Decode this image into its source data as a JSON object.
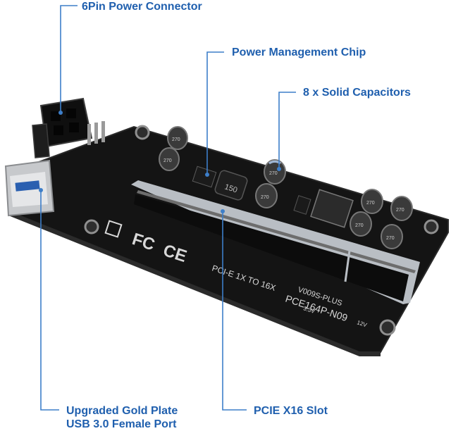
{
  "colors": {
    "callout_text": "#1f5fae",
    "leader_line": "#3d7ec9",
    "pcb": "#141414",
    "pcb_edge": "#2a2a2a",
    "silkscreen": "#d8d8d8",
    "slot_metal": "#b9bec4",
    "slot_black": "#0c0c0c",
    "capacitor_top": "#3a3a3a",
    "capacitor_mark": "#9fb7d6",
    "usb_metal": "#c7c9cc",
    "usb_insert": "#2a5fb0"
  },
  "callouts": {
    "power_connector": "6Pin Power Connector",
    "power_chip": "Power Management Chip",
    "capacitors": "8 x Solid Capacitors",
    "usb_port_line1": "Upgraded Gold Plate",
    "usb_port_line2": "USB 3.0 Female Port",
    "pcie_slot": "PCIE X16 Slot"
  },
  "board_markings": {
    "slot_text": "PCI-E 1X TO 16X",
    "model_text": "PCE164P-N09",
    "version_text": "V009S-PLUS",
    "capacitor_value": "270",
    "cert_ce": "CE",
    "cert_fc": "FC",
    "inductor": "150",
    "voltage_12v": "12V",
    "voltage_33v": "3.3V"
  }
}
